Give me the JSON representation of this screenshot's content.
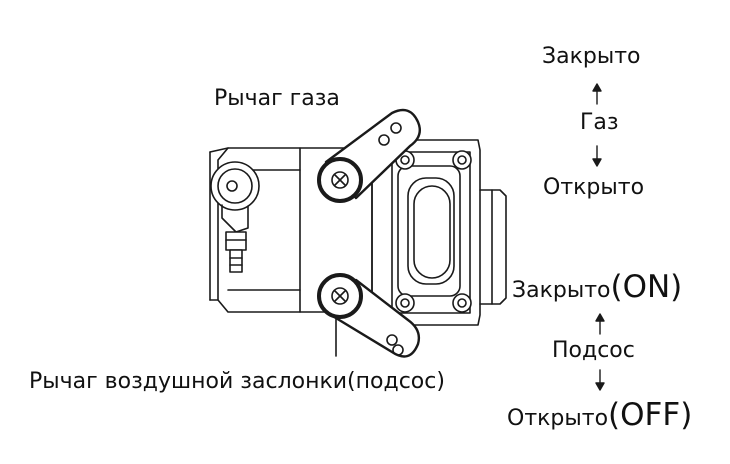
{
  "labels": {
    "throttle_lever": "Рычаг газа",
    "choke_lever": "Рычаг воздушной заслонки(подсос)",
    "throttle_closed": "Закрыто",
    "throttle_name": "Газ",
    "throttle_open": "Открыто",
    "choke_closed": "Закрыто",
    "choke_closed_state": "(ON)",
    "choke_name": "Подсос",
    "choke_open": "Открыто",
    "choke_open_state": "(OFF)"
  },
  "icons": [
    "arrow-up-icon",
    "arrow-down-icon"
  ]
}
